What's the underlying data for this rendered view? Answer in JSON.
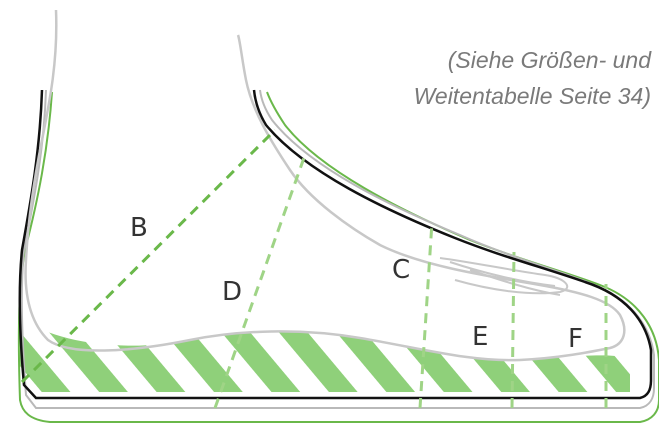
{
  "note": {
    "line1": "(Siehe Größen- und",
    "line2": "Weitentabelle Seite 34)"
  },
  "labels": {
    "b": "B",
    "c": "C",
    "d": "D",
    "e": "E",
    "f": "F"
  },
  "colors": {
    "green": "#6ab84a",
    "light_green": "#9fd486",
    "stripe_green": "#8fd07a",
    "gray_outline": "#c8c8c8",
    "black_line": "#111111"
  }
}
